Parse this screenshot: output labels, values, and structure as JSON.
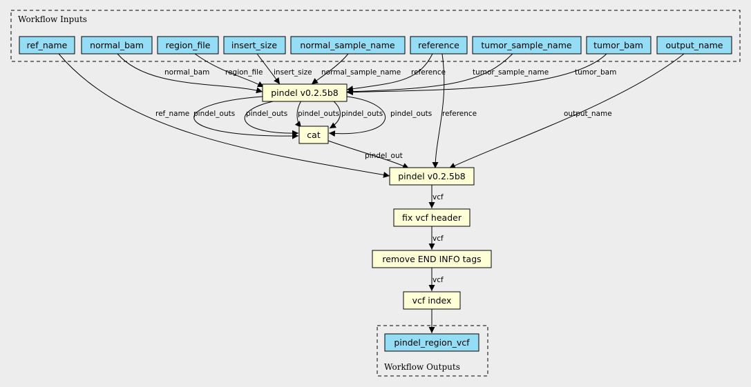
{
  "clusters": {
    "inputs_label": "Workflow Inputs",
    "outputs_label": "Workflow Outputs"
  },
  "inputs": {
    "ref_name": "ref_name",
    "normal_bam": "normal_bam",
    "region_file": "region_file",
    "insert_size": "insert_size",
    "normal_sample_name": "normal_sample_name",
    "reference": "reference",
    "tumor_sample_name": "tumor_sample_name",
    "tumor_bam": "tumor_bam",
    "output_name": "output_name"
  },
  "steps": {
    "pindel1": "pindel v0.2.5b8",
    "cat": "cat",
    "pindel2": "pindel v0.2.5b8",
    "fix_vcf": "fix vcf header",
    "remove_end": "remove END INFO tags",
    "vcf_index": "vcf index"
  },
  "outputs": {
    "pindel_region_vcf": "pindel_region_vcf"
  },
  "edge_labels": {
    "normal_bam": "normal_bam",
    "region_file": "region_file",
    "insert_size": "insert_size",
    "normal_sample_name": "normal_sample_name",
    "reference_to_pindel1": "reference",
    "tumor_sample_name": "tumor_sample_name",
    "tumor_bam": "tumor_bam",
    "ref_name": "ref_name",
    "pindel_outs_1": "pindel_outs",
    "pindel_outs_2": "pindel_outs",
    "pindel_outs_3": "pindel_outs",
    "pindel_outs_4": "pindel_outs",
    "pindel_outs_5": "pindel_outs",
    "reference_to_pindel2": "reference",
    "output_name": "output_name",
    "pindel_out": "pindel_out",
    "vcf_1": "vcf",
    "vcf_2": "vcf",
    "vcf_3": "vcf"
  }
}
